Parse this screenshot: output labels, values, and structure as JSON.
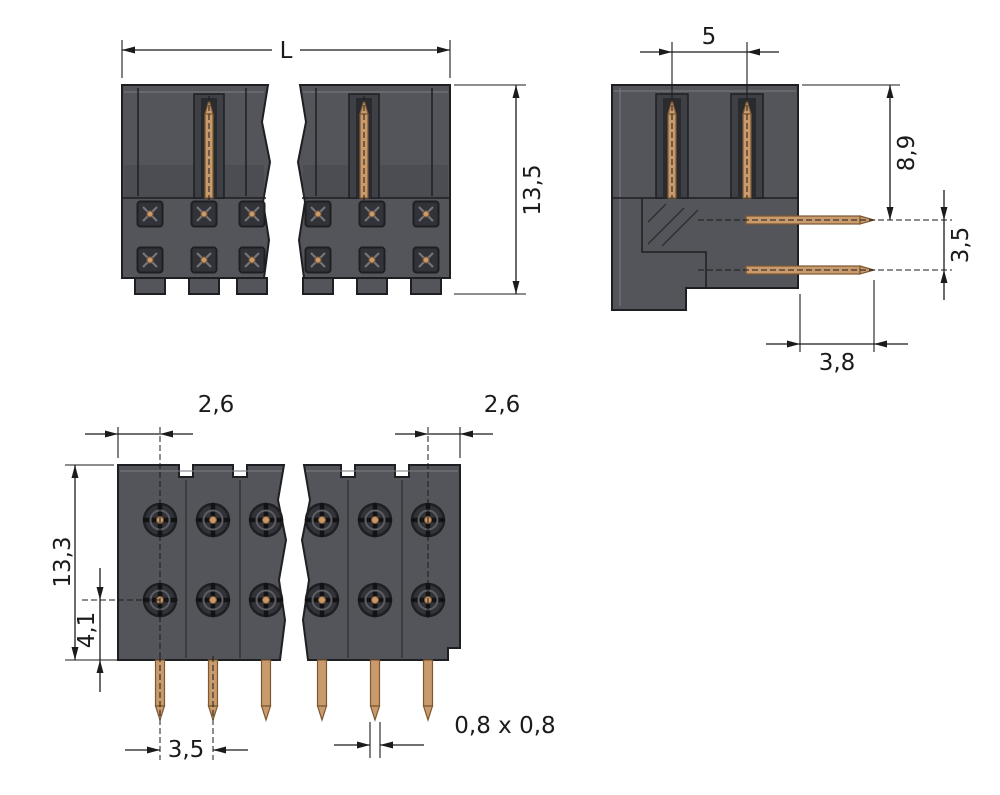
{
  "page": {
    "bg": "#ffffff"
  },
  "colors": {
    "bg": "#ffffff",
    "body": "#54555a",
    "body2": "#3f4045",
    "body3": "#2a2b2f",
    "light": "#7b7c82",
    "outline": "#1e1f22",
    "pin": "#c89a6c",
    "pinDark": "#7c5833",
    "dim": "#1b1b1b",
    "contact": "#323338",
    "core": "#121214"
  },
  "drawing": {
    "name": "male-header-technical-drawing",
    "views": {
      "front": {
        "label_width": "L",
        "label_height": "13,5"
      },
      "side": {
        "label_pitch": "5",
        "label_pin_top": "8,9",
        "label_pin_gap": "3,5",
        "label_depth": "3,8"
      },
      "bottom": {
        "label_edge_left": "2,6",
        "label_edge_right": "2,6",
        "label_height": "13,3",
        "label_row": "4,1",
        "label_pitch": "3,5",
        "label_pin_size": "0,8 x 0,8"
      }
    }
  }
}
